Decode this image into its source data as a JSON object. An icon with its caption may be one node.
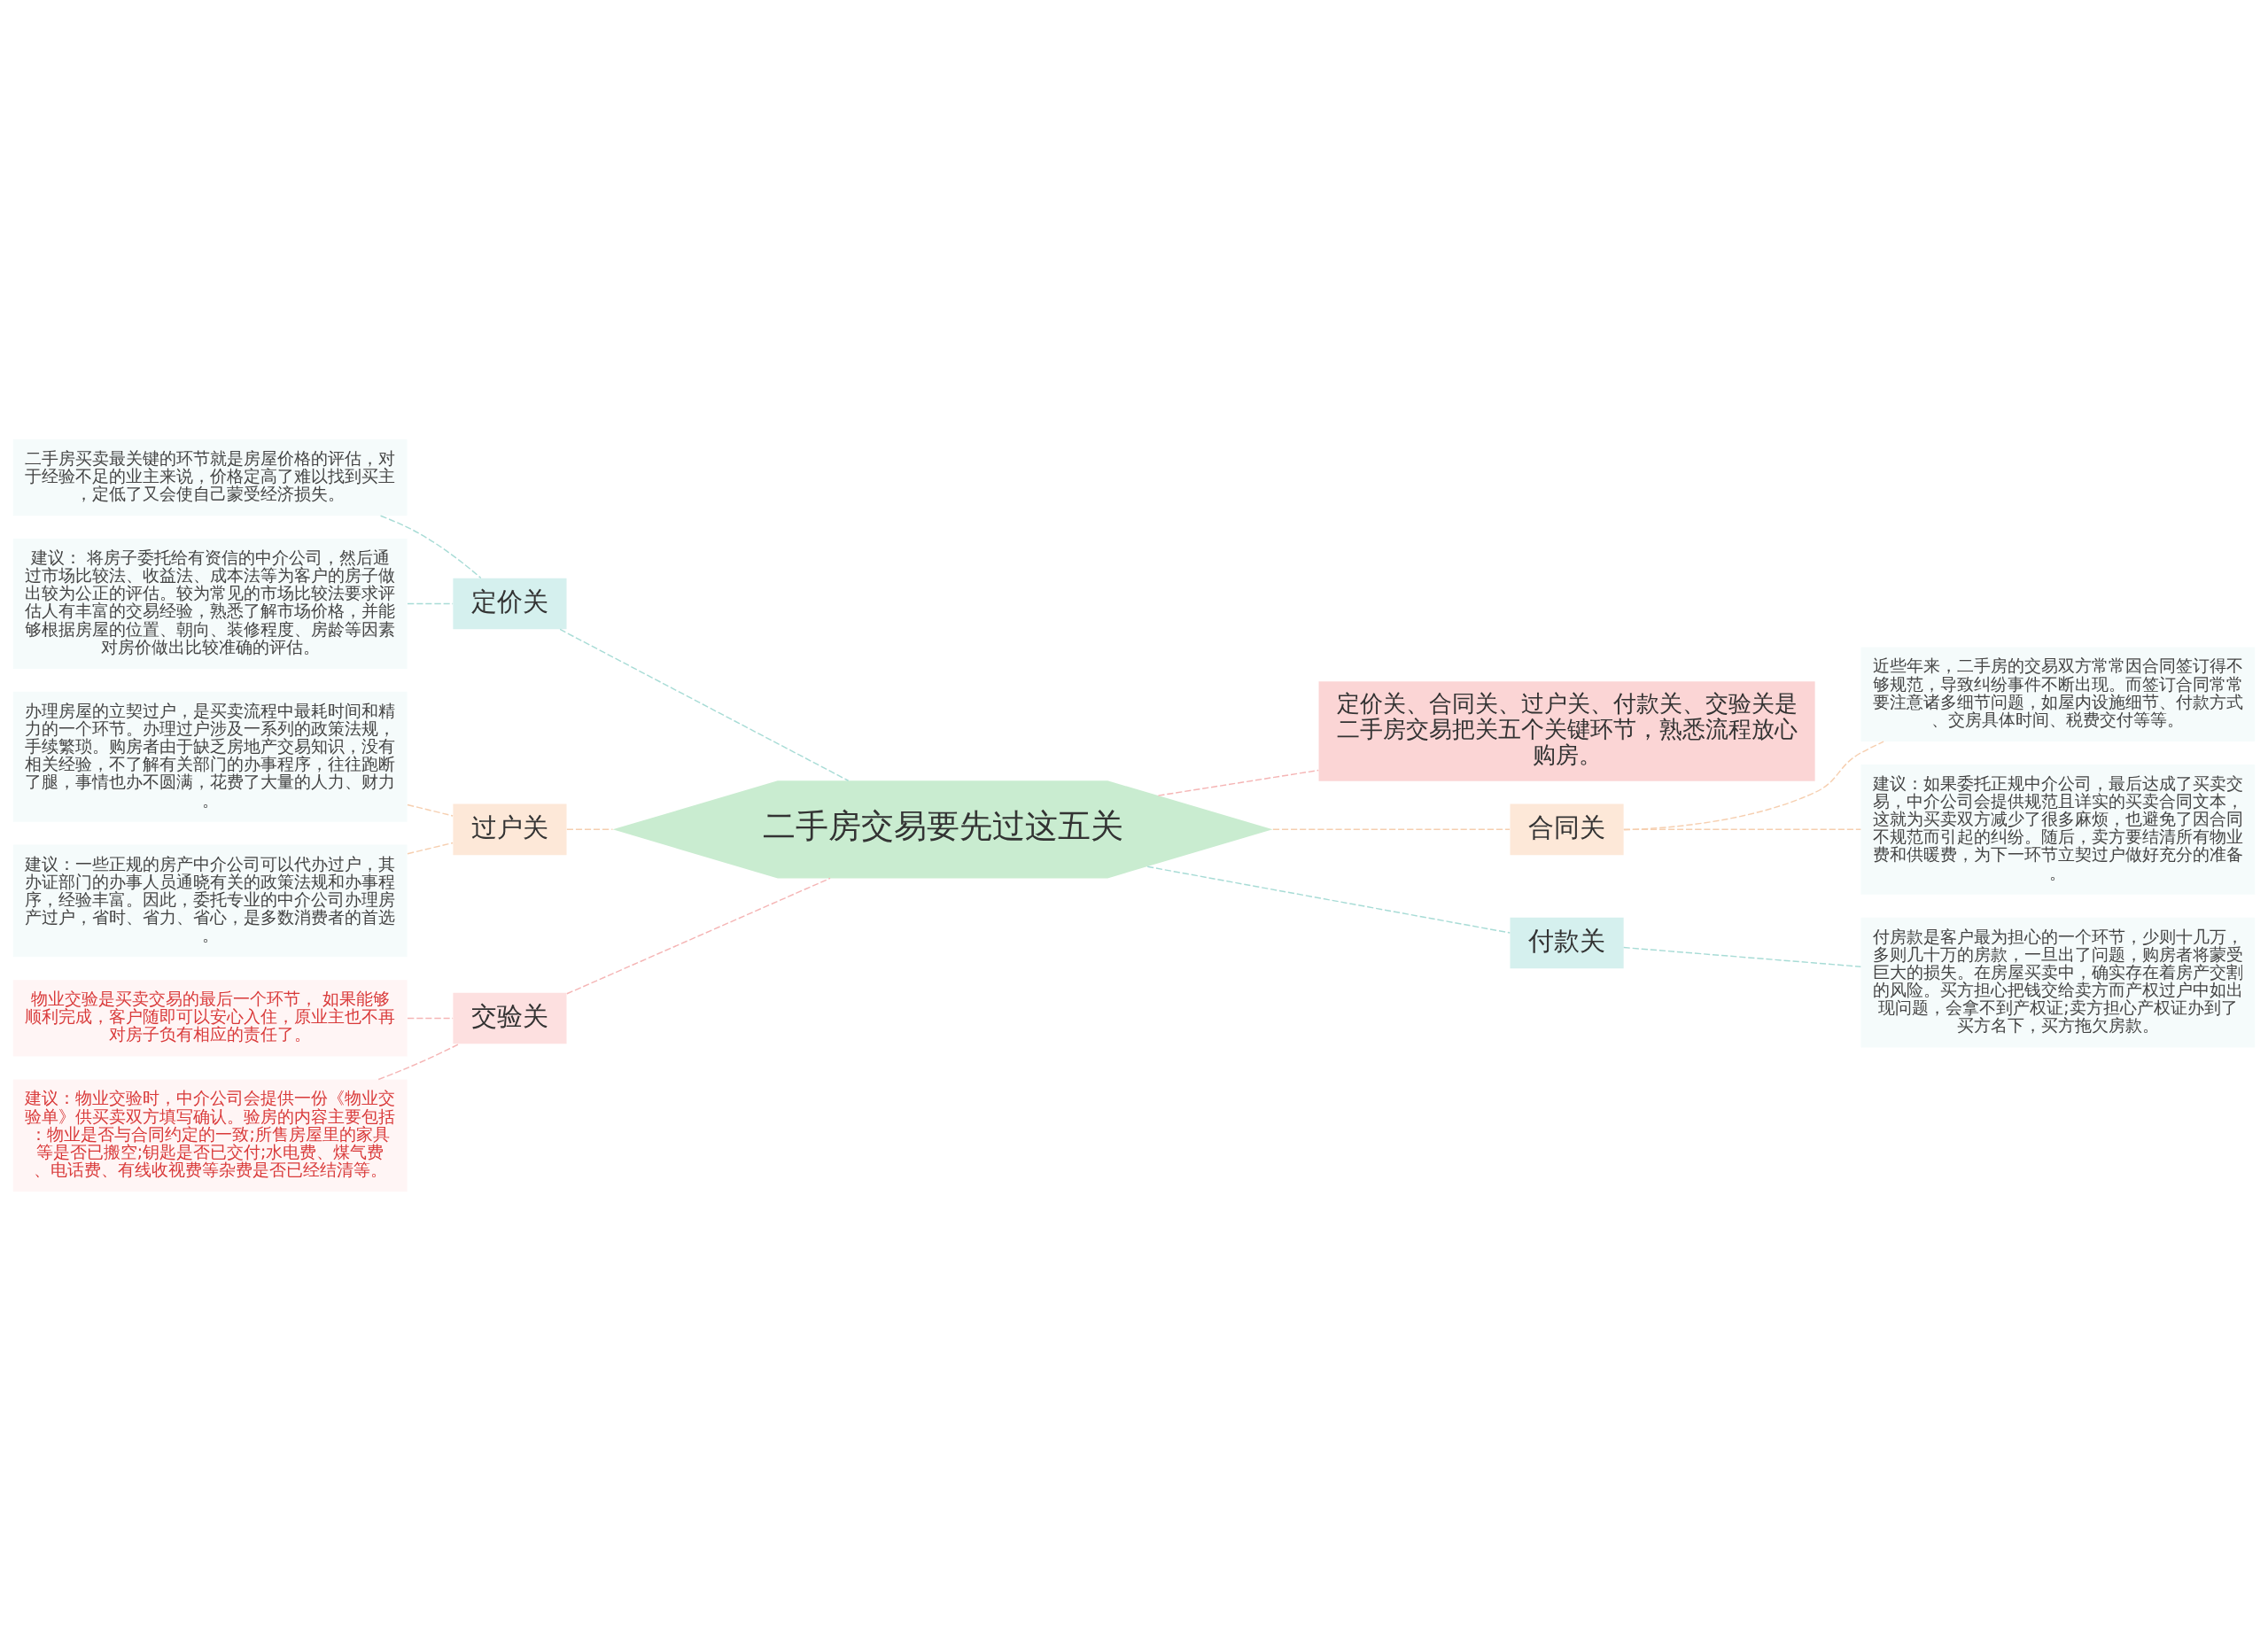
{
  "diagram": {
    "nodes": [
      {
        "text": [
          "二手房交易要先过这五关"
        ]
      },
      {
        "text": [
          "定价关"
        ]
      },
      {
        "text": [
          "二手房买卖最关键的环节就是房屋价格的评估，对于经验不足的业主来说，价格定高了难以找到买主，定低了又会使自己蒙受经济损失。"
        ]
      },
      {
        "text": [
          "建议： 将房子委托给有资信的中介公司，然后通过市场比较法、收益法、成本法等为客户的房子做出较为公正的评估。较为常见的市场比较法要求评估人有丰富的交易经验，熟悉了解市场价格，并能够根据房屋的位置、朝向、装修程度、房龄等因素对房价做出比较准确的评估。"
        ]
      },
      {
        "text": [
          "过户关"
        ]
      },
      {
        "text": [
          "办理房屋的立契过户，是买卖流程中最耗时间和精力的一个环节。办理过户涉及一系列的政策法规，手续繁琐。购房者由于缺乏房地产交易知识，没有相关经验，不了解有关部门的办事程序，往往跑断了腿，事情也办不圆满，花费了大量的人力、财力。"
        ]
      },
      {
        "text": [
          "建议：一些正规的房产中介公司可以代办过户，其办证部门的办事人员通晓有关的政策法规和办事程序，经验丰富。因此，委托专业的中介公司办理房产过户，省时、省力、省心，是多数消费者的首选。"
        ]
      },
      {
        "text": [
          "交验关"
        ]
      },
      {
        "text": [
          "物业交验是买卖交易的最后一个环节， 如果能够顺利完成，客户随即可以安心入住，原业主也不再对房子负有相应的责任了。"
        ]
      },
      {
        "text": [
          "建议：物业交验时，中介公司会提供一份《物业交验单》供买卖双方填写确认。验房的内容主要包括：物业是否与合同约定的一致;所售房屋里的家具等是否已搬空;钥匙是否已交付;水电费、煤气费、电话费、有线收视费等杂费是否已经结清等。"
        ]
      },
      {
        "text": [
          "定价关、合同关、过户关、付款关、交验关是二手房交易把关五个关键环节，熟悉流程放心购房。"
        ]
      },
      {
        "text": [
          "合同关"
        ]
      },
      {
        "text": [
          "近些年来，二手房的交易双方常常因合同签订得不够规范，导致纠纷事件不断出现。而签订合同常常要注意诸多细节问题，如屋内设施细节、付款方式、交房具体时间、税费交付等等。"
        ]
      },
      {
        "text": [
          "建议：如果委托正规中介公司，最后达成了买卖交易，中介公司会提供规范且详实的买卖合同文本，这就为买卖双方减少了很多麻烦，也避免了因合同不规范而引起的纠纷。随后，卖方要结清所有物业费和供暖费，为下一环节立契过户做好充分的准备。"
        ]
      },
      {
        "text": [
          "付款关"
        ]
      },
      {
        "text": [
          "付房款是客户最为担心的一个环节，少则十几万，多则几十万的房款，一旦出了问题，购房者将蒙受巨大的损失。在房屋买卖中，确实存在着房产交割的风险。买方担心把钱交给卖方而产权过户中如出现问题，会拿不到产权证;卖方担心产权证办到了买方名下，买方拖欠房款。"
        ]
      }
    ],
    "edges": [
      {
        "from": 0,
        "to": 1,
        "arrow": "none",
        "style": "dashed",
        "color": "#a8dcd6"
      },
      {
        "from": 1,
        "to": 2,
        "arrow": "none",
        "style": "dashed",
        "color": "#a8dcd6"
      },
      {
        "from": 1,
        "to": 3,
        "arrow": "none",
        "style": "dashed",
        "color": "#a8dcd6"
      },
      {
        "from": 0,
        "to": 4,
        "arrow": "none",
        "style": "dashed",
        "color": "#f6cfb0"
      },
      {
        "from": 4,
        "to": 5,
        "arrow": "none",
        "style": "dashed",
        "color": "#f6cfb0"
      },
      {
        "from": 4,
        "to": 6,
        "arrow": "none",
        "style": "dashed",
        "color": "#f6cfb0"
      },
      {
        "from": 0,
        "to": 7,
        "arrow": "none",
        "style": "dashed",
        "color": "#f5b5b5"
      },
      {
        "from": 7,
        "to": 8,
        "arrow": "none",
        "style": "dashed",
        "color": "#f5b5b5"
      },
      {
        "from": 7,
        "to": 9,
        "arrow": "none",
        "style": "dashed",
        "color": "#f5b5b5"
      },
      {
        "from": 0,
        "to": 10,
        "arrow": "none",
        "style": "dashed",
        "color": "#f5b5b5"
      },
      {
        "from": 0,
        "to": 11,
        "arrow": "none",
        "style": "dashed",
        "color": "#f6cfb0"
      },
      {
        "from": 11,
        "to": 12,
        "arrow": "none",
        "style": "dashed",
        "color": "#f6cfb0"
      },
      {
        "from": 11,
        "to": 13,
        "arrow": "none",
        "style": "dashed",
        "color": "#f6cfb0"
      },
      {
        "from": 0,
        "to": 14,
        "arrow": "none",
        "style": "dashed",
        "color": "#a8dcd6"
      },
      {
        "from": 14,
        "to": 15,
        "arrow": "none",
        "style": "dashed",
        "color": "#a8dcd6"
      }
    ]
  }
}
